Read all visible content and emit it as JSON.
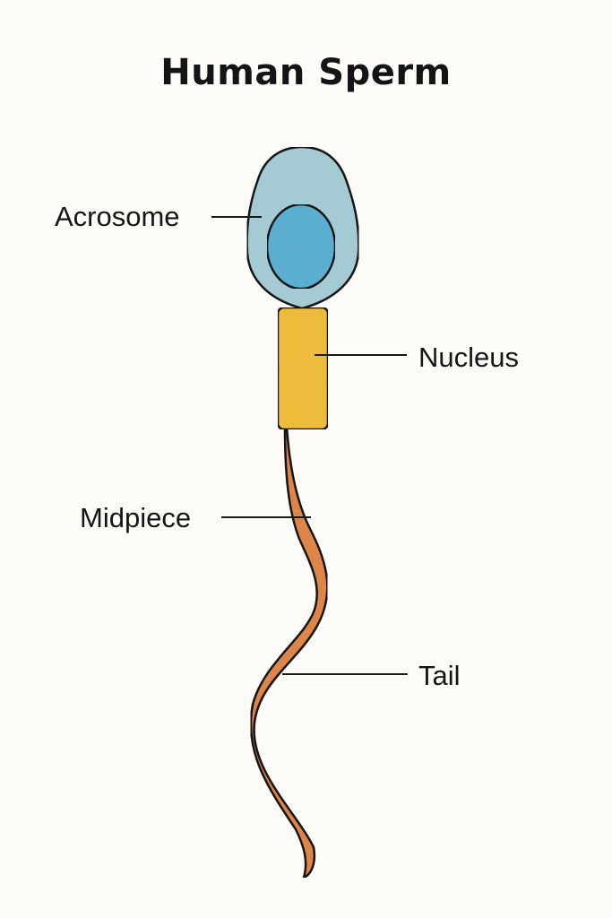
{
  "title": "Human Sperm",
  "labels": {
    "acrosome": "Acrosome",
    "nucleus": "Nucleus",
    "midpiece": "Midpiece",
    "tail": "Tail"
  },
  "colors": {
    "background": "#fcfbf7",
    "head": "#a9d0da",
    "nucleus_fill": "#5fb4d6",
    "midpiece_fill": "#f4c140",
    "tail_fill": "#e48a4e",
    "outline": "#1a1a1a"
  }
}
